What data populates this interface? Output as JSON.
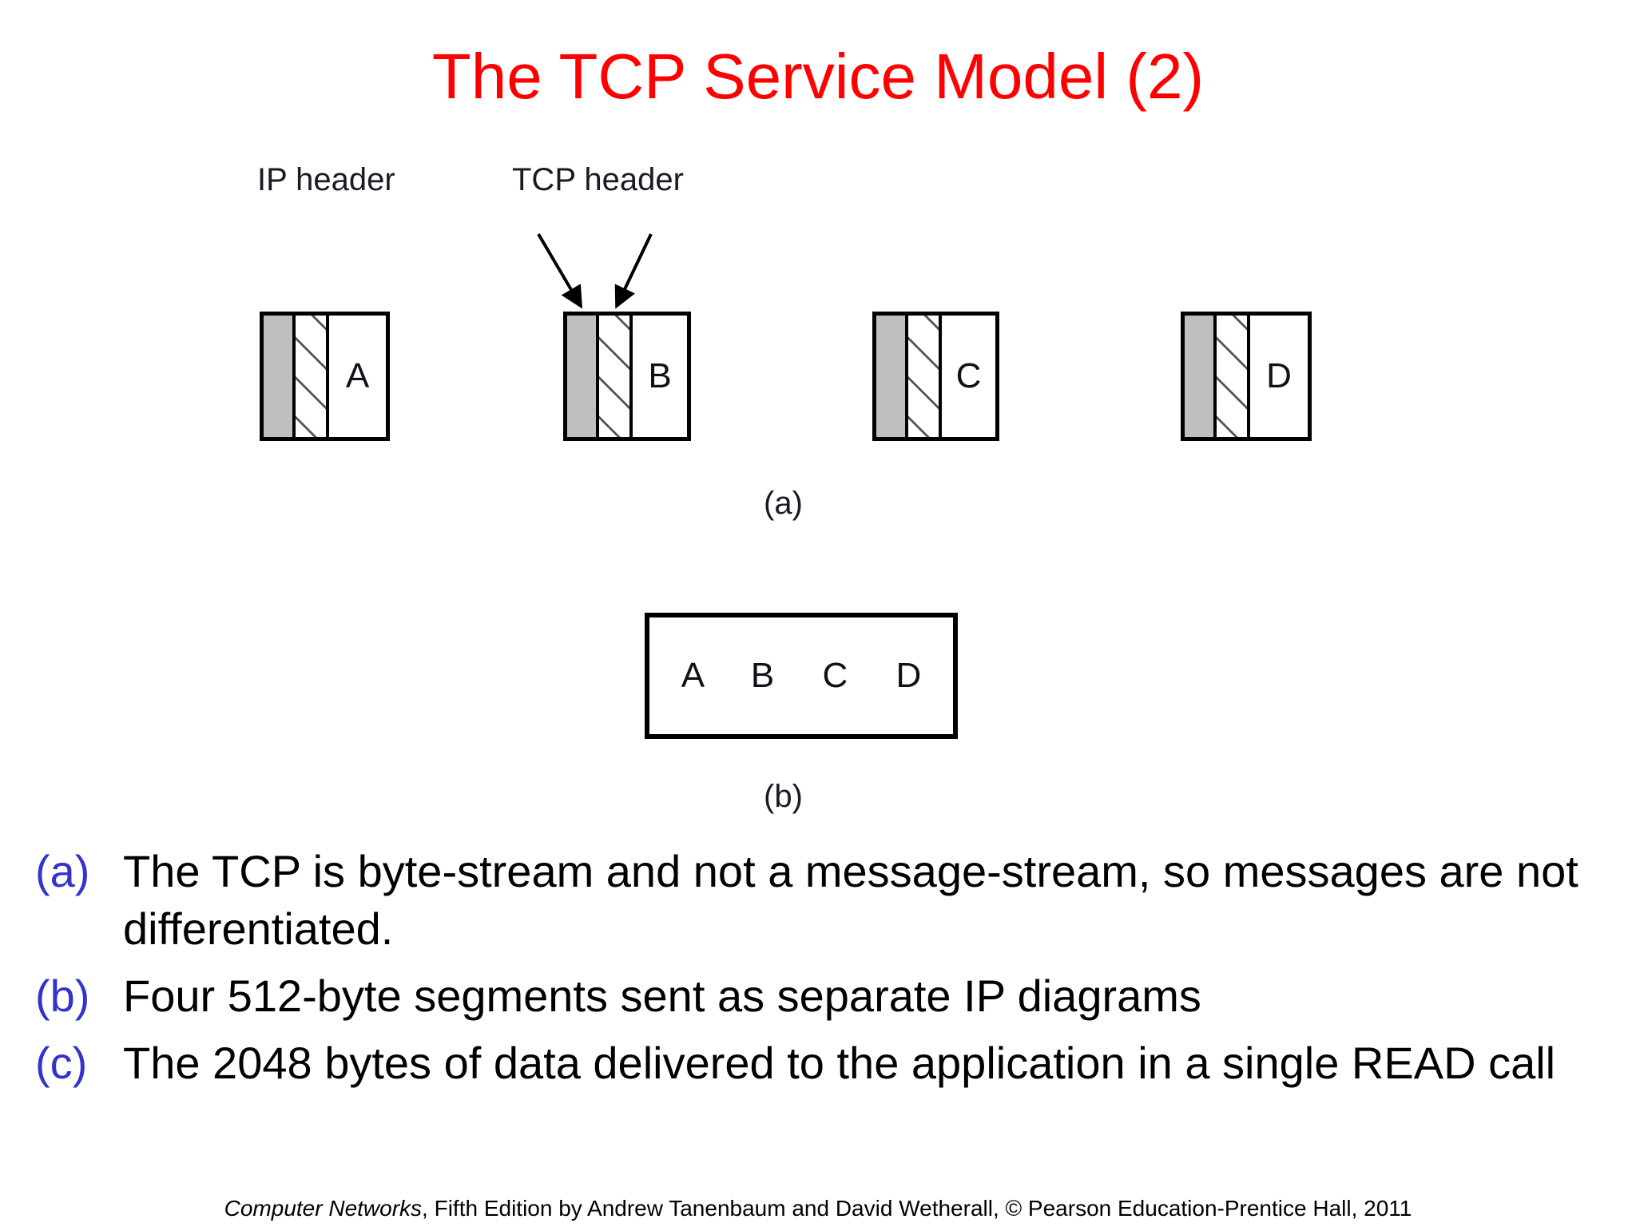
{
  "slide": {
    "title": "The TCP Service Model (2)",
    "title_color": "#ff0000"
  },
  "figure": {
    "annotations": {
      "ip_header_label": "IP header",
      "tcp_header_label": "TCP header"
    },
    "part_a_label": "(a)",
    "part_b_label": "(b)",
    "segments": [
      {
        "letter": "A"
      },
      {
        "letter": "B"
      },
      {
        "letter": "C"
      },
      {
        "letter": "D"
      }
    ],
    "stream_letters": "A B C D",
    "colors": {
      "ip_header_fill": "#bfbfbf",
      "tcp_header_hatch": "#555555",
      "outline": "#000000"
    }
  },
  "bullets": [
    {
      "marker": "(a)",
      "text": "The TCP is byte-stream and not a message-stream, so messages are not differentiated."
    },
    {
      "marker": "(b)",
      "text": "Four 512-byte segments sent as separate IP diagrams"
    },
    {
      "marker": "(c)",
      "text": "The 2048 bytes of data delivered to the application in a single READ call"
    }
  ],
  "footer": {
    "book_title": "Computer Networks",
    "rest": ", Fifth Edition by Andrew Tanenbaum and David Wetherall, © Pearson Education-Prentice Hall, 2011"
  }
}
